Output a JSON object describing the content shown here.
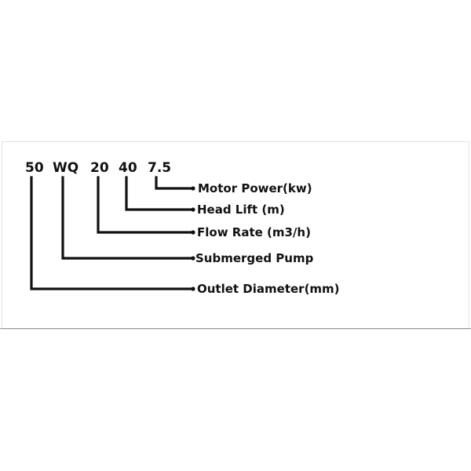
{
  "model_code": {
    "parts": [
      "50",
      "WQ",
      "20",
      "40",
      "7.5"
    ]
  },
  "legend": [
    {
      "code": "7.5",
      "label": "Motor Power(kw)"
    },
    {
      "code": "40",
      "label": "Head Lift (m)"
    },
    {
      "code": "20",
      "label": "Flow Rate (m3/h)"
    },
    {
      "code": "WQ",
      "label": "Submerged Pump"
    },
    {
      "code": "50",
      "label": "Outlet Diameter(mm)"
    }
  ]
}
